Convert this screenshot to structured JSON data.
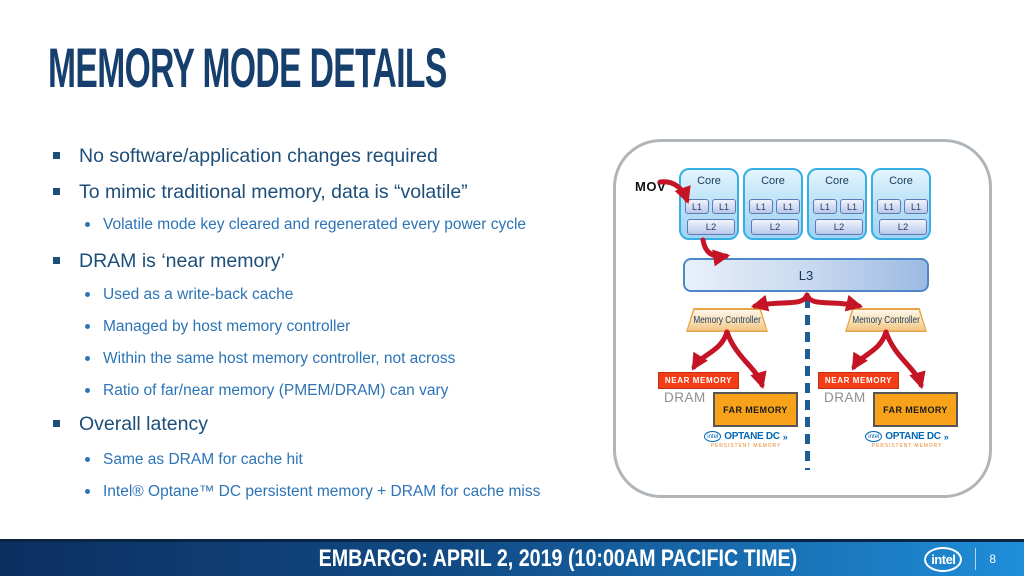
{
  "slide": {
    "title": "MEMORY MODE DETAILS",
    "bullets": [
      {
        "level": 1,
        "text": "No software/application changes required"
      },
      {
        "level": 1,
        "text": "To mimic traditional memory, data is “volatile”"
      },
      {
        "level": 2,
        "text": "Volatile mode key cleared and regenerated every power cycle"
      },
      {
        "level": 1,
        "text": "DRAM is ‘near memory’"
      },
      {
        "level": 2,
        "text": "Used as a write-back cache"
      },
      {
        "level": 2,
        "text": "Managed by host memory controller"
      },
      {
        "level": 2,
        "text": "Within the same host memory controller, not across"
      },
      {
        "level": 2,
        "text": "Ratio of far/near memory (PMEM/DRAM) can vary"
      },
      {
        "level": 1,
        "text": "Overall latency"
      },
      {
        "level": 2,
        "text": "Same as DRAM for cache hit"
      },
      {
        "level": 2,
        "text": "Intel® Optane™ DC persistent memory + DRAM for cache miss"
      }
    ],
    "diagram": {
      "mov_label": "MOV",
      "core_label": "Core",
      "l1_label": "L1",
      "l2_label": "L2",
      "l3_label": "L3",
      "memory_controller_label": "Memory Controller",
      "near_memory_label": "NEAR MEMORY",
      "dram_label": "DRAM",
      "far_memory_label": "FAR MEMORY",
      "optane": {
        "intel": "intel",
        "brand": "OPTANE DC",
        "chevrons": "»",
        "tagline": "PERSISTENT MEMORY"
      }
    },
    "footer": {
      "embargo": "EMBARGO: APRIL 2, 2019 (10:00AM PACIFIC TIME)",
      "intel_logo": "intel",
      "page_number": "8"
    },
    "colors": {
      "title_navy": "#163f6d",
      "bullet_main": "#1d4e79",
      "bullet_sub": "#2c74b6",
      "arrow_red": "#c41425",
      "near_memory_red": "#f23d17",
      "far_memory_orange": "#f7a219",
      "intel_blue": "#0068b5",
      "footer_gradient_left": "#0b2f60",
      "footer_gradient_right": "#1f8ed9"
    }
  }
}
